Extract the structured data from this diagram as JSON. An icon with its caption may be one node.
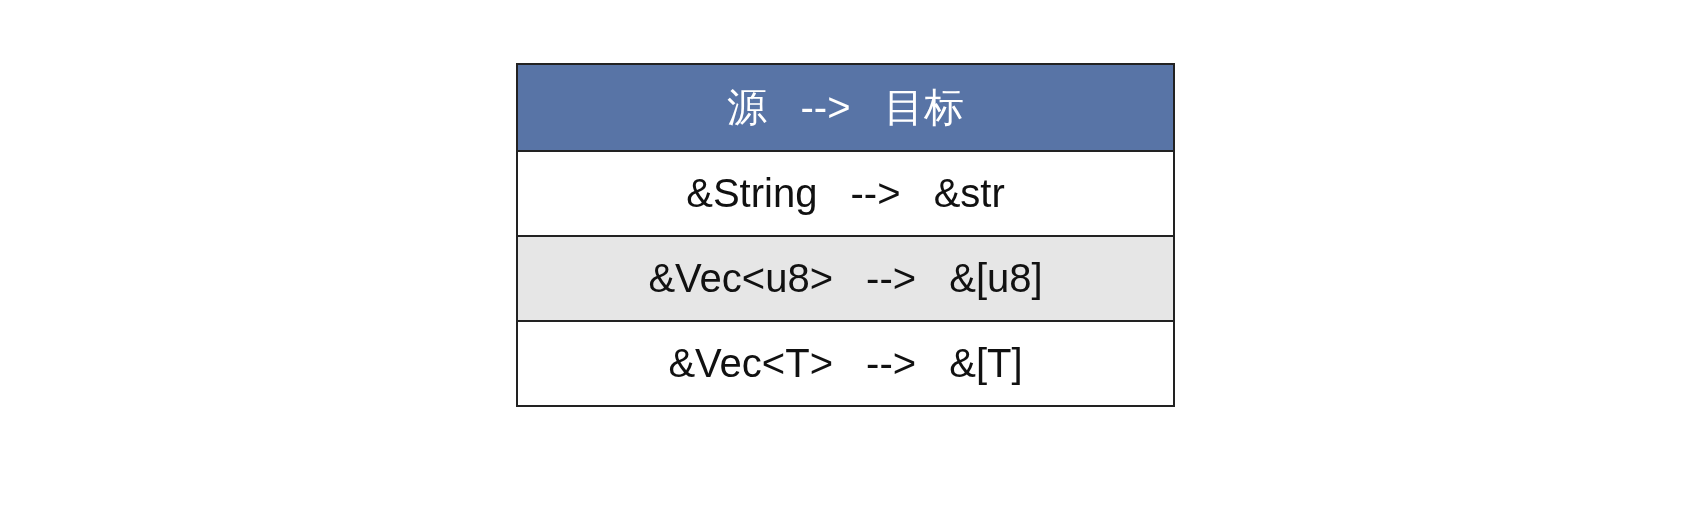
{
  "diagram": {
    "labels": [
      "源 --> 目标",
      "&String --> &str",
      "&Vec<u8> --> &[u8]",
      "&Vec<T> --> &[T]"
    ]
  }
}
